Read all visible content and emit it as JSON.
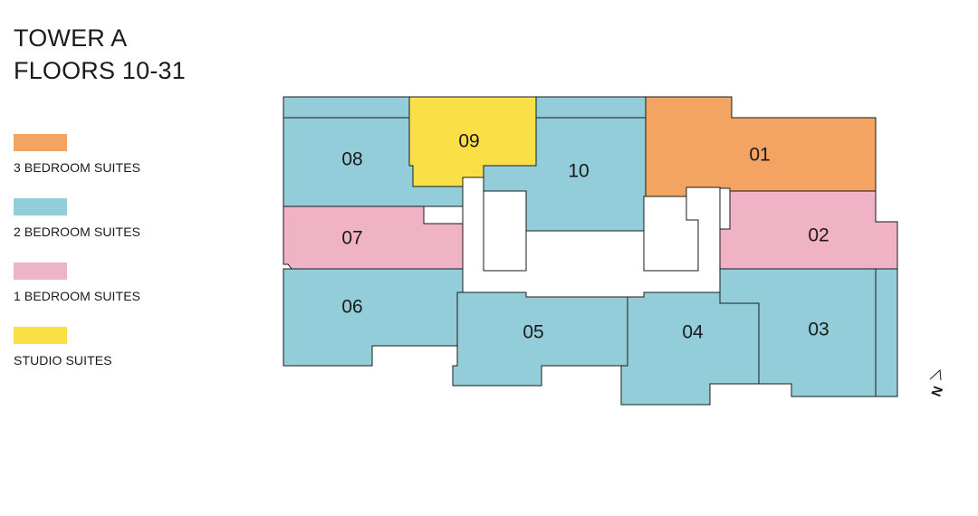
{
  "title": {
    "line1": "TOWER A",
    "line2": "FLOORS 10-31"
  },
  "colors": {
    "three_bedroom": "#f4a462",
    "two_bedroom": "#92cdd9",
    "one_bedroom": "#f0b3c5",
    "studio": "#fbdf47",
    "core": "#ffffff",
    "outline": "#1a1a1a"
  },
  "legend": [
    {
      "label": "3 BEDROOM SUITES",
      "type": "three_bedroom"
    },
    {
      "label": "2 BEDROOM SUITES",
      "type": "two_bedroom"
    },
    {
      "label": "1 BEDROOM SUITES",
      "type": "one_bedroom"
    },
    {
      "label": "STUDIO SUITES",
      "type": "studio"
    }
  ],
  "suites": [
    {
      "number": "01",
      "type": "three_bedroom"
    },
    {
      "number": "02",
      "type": "one_bedroom"
    },
    {
      "number": "03",
      "type": "two_bedroom"
    },
    {
      "number": "04",
      "type": "two_bedroom"
    },
    {
      "number": "05",
      "type": "two_bedroom"
    },
    {
      "number": "06",
      "type": "two_bedroom"
    },
    {
      "number": "07",
      "type": "one_bedroom"
    },
    {
      "number": "08",
      "type": "two_bedroom"
    },
    {
      "number": "09",
      "type": "studio"
    },
    {
      "number": "10",
      "type": "two_bedroom"
    }
  ],
  "north_arrow": {
    "label": "N",
    "icon": "north-arrow-icon"
  }
}
